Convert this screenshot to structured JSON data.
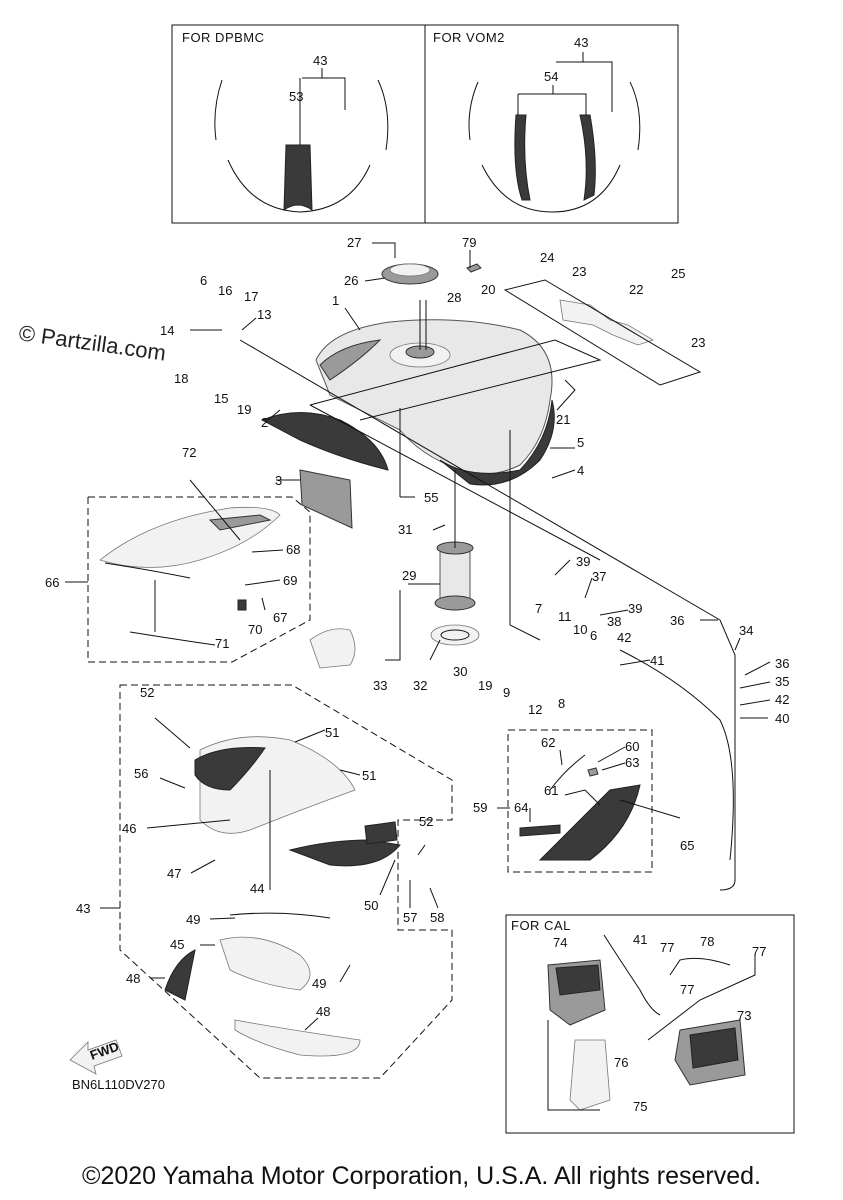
{
  "watermark": "© Partzilla.com",
  "inset_dpbmc": {
    "title": "FOR DPBMC",
    "labels": [
      "43",
      "53"
    ]
  },
  "inset_vom2": {
    "title": "FOR VOM2",
    "labels": [
      "43",
      "54"
    ]
  },
  "inset_cal": {
    "title": "FOR CAL",
    "labels": [
      "74",
      "41",
      "77",
      "78",
      "77",
      "77",
      "73",
      "76",
      "75"
    ]
  },
  "diagram_code": "BN6L110DV270",
  "fwd_label": "FWD",
  "copyright": "©2020 Yamaha Motor Corporation, U.S.A. All rights reserved.",
  "callouts": [
    "27",
    "79",
    "26",
    "24",
    "23",
    "25",
    "6",
    "16",
    "17",
    "1",
    "28",
    "20",
    "22",
    "14",
    "13",
    "23",
    "18",
    "15",
    "19",
    "21",
    "2",
    "5",
    "3",
    "4",
    "55",
    "72",
    "31",
    "68",
    "66",
    "39",
    "37",
    "69",
    "29",
    "67",
    "70",
    "71",
    "39",
    "7",
    "11",
    "10",
    "38",
    "36",
    "34",
    "6",
    "42",
    "33",
    "32",
    "30",
    "19",
    "9",
    "41",
    "36",
    "12",
    "8",
    "35",
    "52",
    "42",
    "51",
    "40",
    "56",
    "51",
    "62",
    "60",
    "63",
    "46",
    "52",
    "59",
    "64",
    "61",
    "65",
    "47",
    "44",
    "50",
    "57",
    "58",
    "43",
    "49",
    "45",
    "48",
    "49",
    "48"
  ]
}
